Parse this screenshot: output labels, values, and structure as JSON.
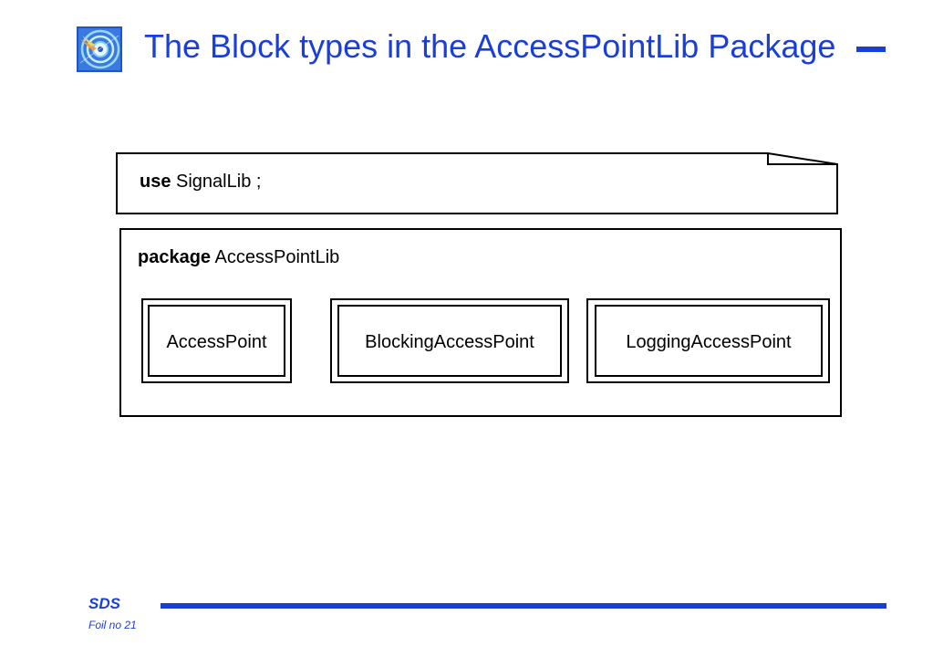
{
  "slide": {
    "title": "The Block types in the AccessPointLib Package",
    "accent_color": "#1a3fd6",
    "logo_icon": "target-logo-icon"
  },
  "diagram": {
    "use_clause": {
      "keyword": "use",
      "text": " SignalLib ;"
    },
    "package": {
      "keyword": "package",
      "name": " AccessPointLib"
    },
    "blocks": [
      {
        "label": "AccessPoint"
      },
      {
        "label": "BlockingAccessPoint"
      },
      {
        "label": "LoggingAccessPoint"
      }
    ]
  },
  "footer": {
    "brand": "SDS",
    "foil": "Foil no 21"
  }
}
